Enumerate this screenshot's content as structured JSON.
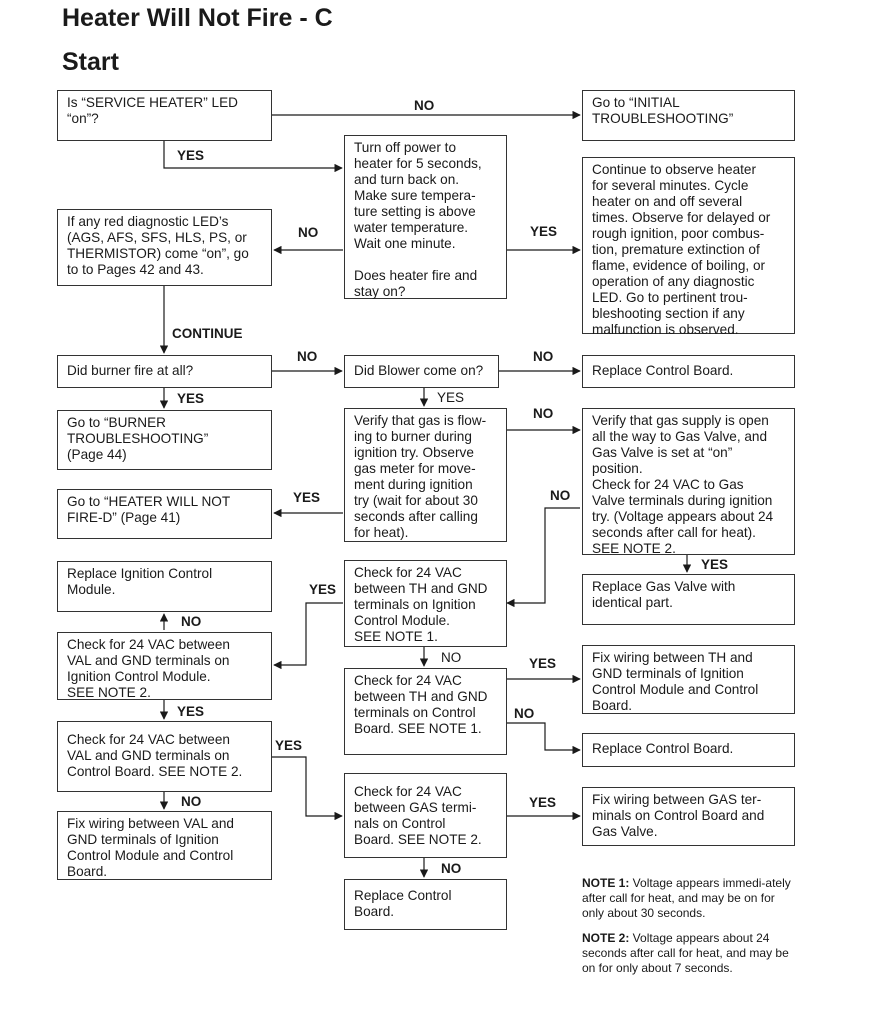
{
  "title": "Heater Will Not Fire - C",
  "subtitle": "Start",
  "boxes": {
    "b1": "Is “SERVICE HEATER” LED\n“on”?",
    "b2": "Go to “INITIAL\nTROUBLESHOOTING”",
    "b3": "Turn off  power to\nheater for 5 seconds,\nand turn back on.\nMake sure tempera-\nture setting is above\nwater temperature.\nWait one minute.\n\nDoes heater fire and\nstay on?",
    "b4": "Continue to observe heater\nfor several minutes. Cycle\nheater on and off several\ntimes. Observe for delayed or\nrough ignition, poor combus-\ntion, premature extinction of\nflame, evidence of boiling, or\noperation of any diagnostic\nLED. Go to pertinent trou-\nbleshooting section if any\nmalfunction is observed.",
    "b5": "If any red diagnostic LED’s\n(AGS, AFS, SFS, HLS, PS, or\nTHERMISTOR) come “on”, go\nto to Pages 42 and 43.",
    "b6": "Did burner fire at all?",
    "b7": "Did Blower come on?",
    "b8": "Replace Control Board.",
    "b9": "Go to “BURNER\nTROUBLESHOOTING”\n(Page 44)",
    "b10": "Verify that gas is flow-\ning to burner during\nignition try. Observe\ngas meter for move-\nment during ignition\ntry (wait for about 30\nseconds after calling\nfor heat).",
    "b11": "Verify that gas supply is open\nall the way to Gas Valve, and\nGas Valve is set at “on”\nposition.\nCheck for 24 VAC to Gas\nValve terminals during ignition\ntry. (Voltage appears about 24\nseconds after call for heat).\nSEE NOTE 2.",
    "b12": "Go to “HEATER WILL NOT\nFIRE-D” (Page 41)",
    "b13": "Replace Ignition Control\nModule.",
    "b14": "Check for 24 VAC\nbetween TH and GND\nterminals on Ignition\nControl Module.\nSEE NOTE 1.",
    "b15": "Replace Gas Valve with\nidentical part.",
    "b16": "Check for 24 VAC between\nVAL and GND terminals on\nIgnition Control Module.\nSEE NOTE 2.",
    "b17": "Fix wiring between TH and\nGND terminals of Ignition\nControl Module and Control\nBoard.",
    "b18": "Check for 24 VAC\nbetween TH and GND\nterminals on Control\nBoard. SEE NOTE 1.",
    "b19": "Replace Control Board.",
    "b20": "Check for 24 VAC between\nVAL and GND terminals on\nControl Board. SEE NOTE 2.",
    "b21": "Check for 24 VAC\nbetween GAS termi-\nnals on Control\nBoard. SEE NOTE 2.",
    "b22": "Fix wiring between GAS ter-\nminals on Control Board and\nGas Valve.",
    "b23": "Fix wiring between VAL and\nGND terminals of Ignition\nControl Module and Control\nBoard.",
    "b24": "Replace Control\nBoard."
  },
  "labels": {
    "l1": "NO",
    "l2": "YES",
    "l3": "NO",
    "l4": "YES",
    "l5": "CONTINUE",
    "l6": "NO",
    "l7": "NO",
    "l8": "YES",
    "l9": "YES",
    "l10": "NO",
    "l11": "YES",
    "l12": "NO",
    "l13": "YES",
    "l14": "YES",
    "l15": "NO",
    "l16": "YES",
    "l17": "NO",
    "l18": "YES",
    "l19": "YES",
    "l20": "NO",
    "l21": "NO",
    "l22": "YES",
    "l23": "NO"
  },
  "notes": {
    "n1_head": "NOTE 1:",
    "n1_text": " Voltage appears immedi-ately after call for heat, and may be on for only about 30 seconds.",
    "n2_head": "NOTE 2:",
    "n2_text": " Voltage appears about 24 seconds after call for heat, and may be on for only about 7 seconds."
  }
}
